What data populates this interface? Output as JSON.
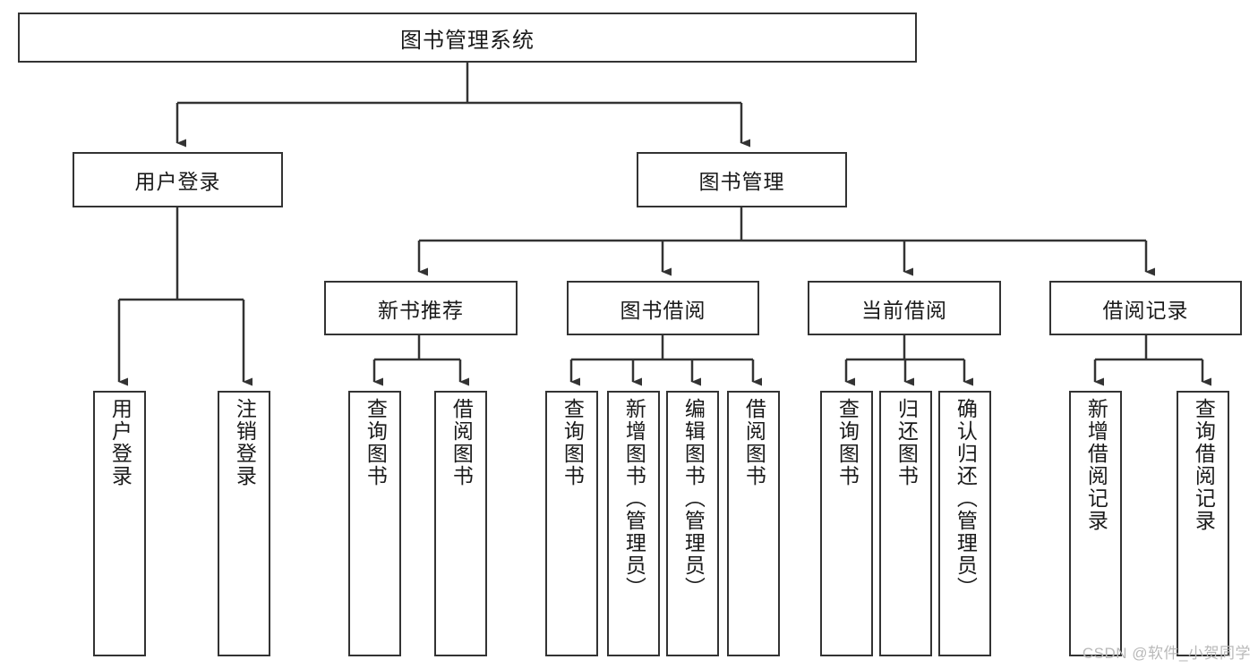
{
  "diagram": {
    "title": "图书管理系统",
    "type": "tree-hierarchy-chart",
    "root": {
      "label": "图书管理系统"
    },
    "level1": [
      {
        "label": "用户登录"
      },
      {
        "label": "图书管理"
      }
    ],
    "level2": [
      {
        "label": "新书推荐"
      },
      {
        "label": "图书借阅"
      },
      {
        "label": "当前借阅"
      },
      {
        "label": "借阅记录"
      }
    ],
    "leaves": {
      "user_login": [
        {
          "label": "用户登录"
        },
        {
          "label": "注销登录"
        }
      ],
      "new_book_recommend": [
        {
          "label": "查询图书"
        },
        {
          "label": "借阅图书"
        }
      ],
      "book_borrow": [
        {
          "label": "查询图书"
        },
        {
          "label": "新增图书（管理员）"
        },
        {
          "label": "编辑图书（管理员）"
        },
        {
          "label": "借阅图书"
        }
      ],
      "current_borrow": [
        {
          "label": "查询图书"
        },
        {
          "label": "归还图书"
        },
        {
          "label": "确认归还（管理员）"
        }
      ],
      "borrow_record": [
        {
          "label": "新增借阅记录"
        },
        {
          "label": "查询借阅记录"
        }
      ]
    }
  },
  "watermark": {
    "text": "CSDN @软件_小贺同学"
  },
  "colors": {
    "stroke": "#333333",
    "background": "#ffffff",
    "text": "#1a1a1a",
    "watermark": "#b9b9b9"
  }
}
